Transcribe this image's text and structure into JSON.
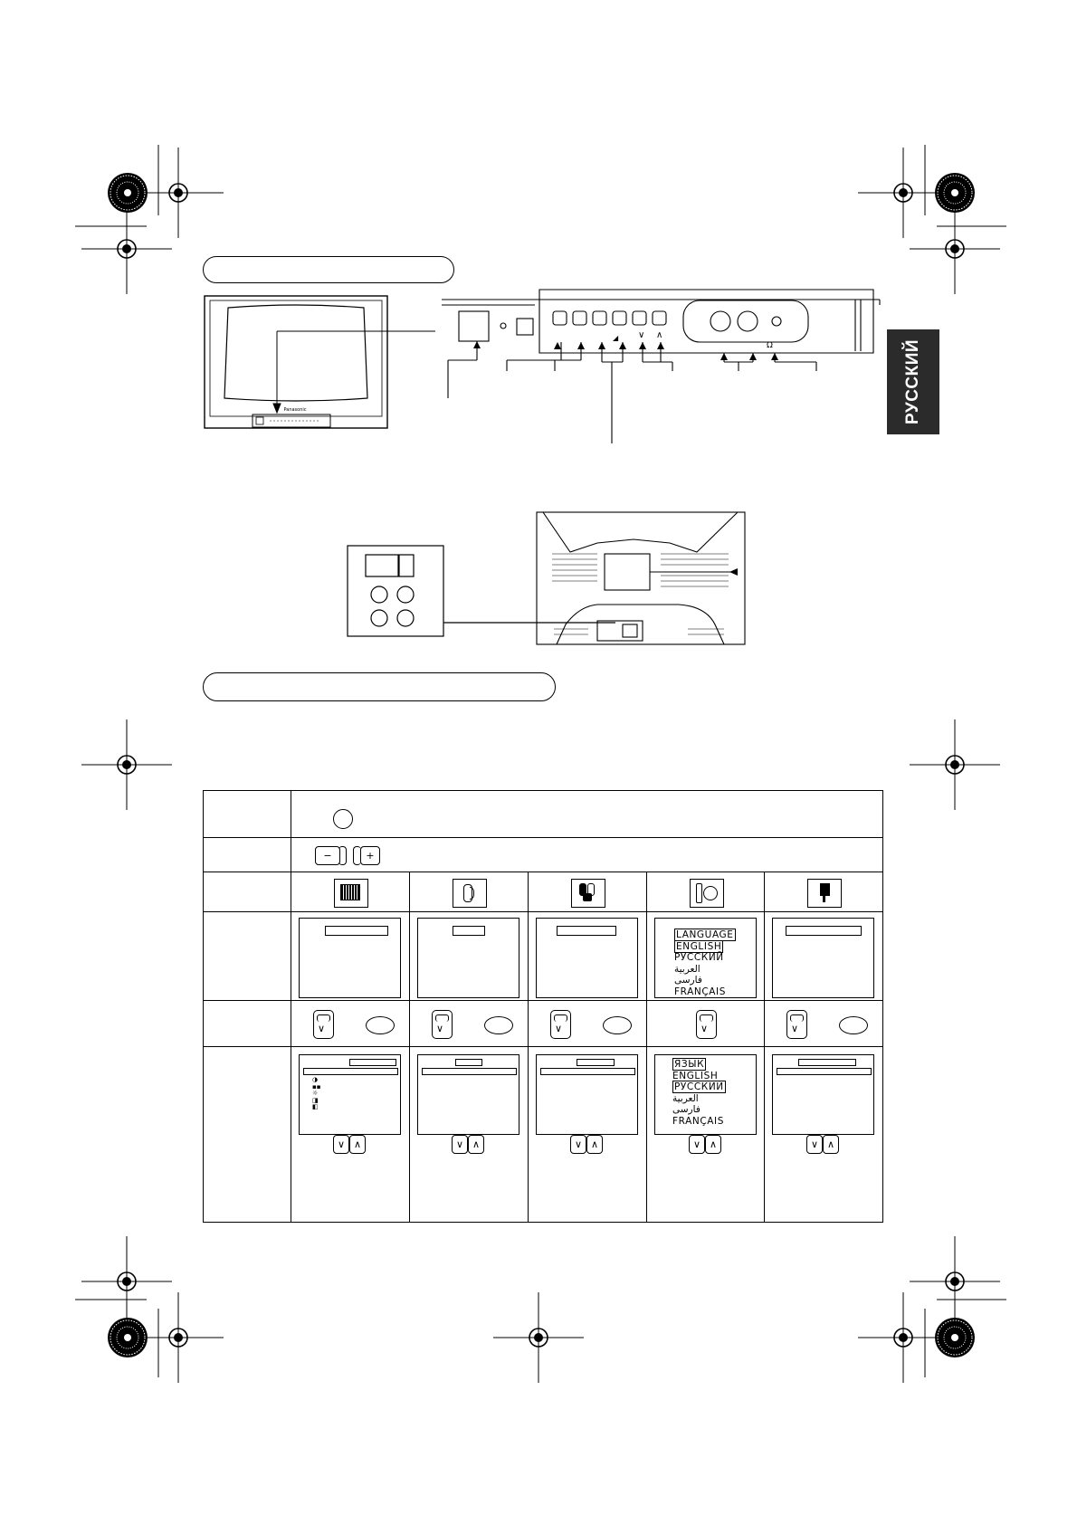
{
  "side_tab": {
    "label": "РУССКИЙ"
  },
  "tv_badge": {
    "brand": "Panasonic"
  },
  "language_menu": {
    "title": "LANGUAGE",
    "items": [
      "ENGLISH",
      "РУССКИЙ",
      "العربية",
      "فارسی",
      "FRANÇAIS"
    ],
    "selected": "ENGLISH"
  },
  "language_menu_ru": {
    "title": "ЯЗЫК",
    "items": [
      "ENGLISH",
      "РУССКИЙ",
      "العربية",
      "فارسی",
      "FRANÇAIS"
    ],
    "selected": "РУССКИЙ"
  },
  "keys": {
    "minus": "−",
    "plus": "+",
    "down": "∨",
    "up": "∧",
    "headphone_symbol": "Ω"
  }
}
